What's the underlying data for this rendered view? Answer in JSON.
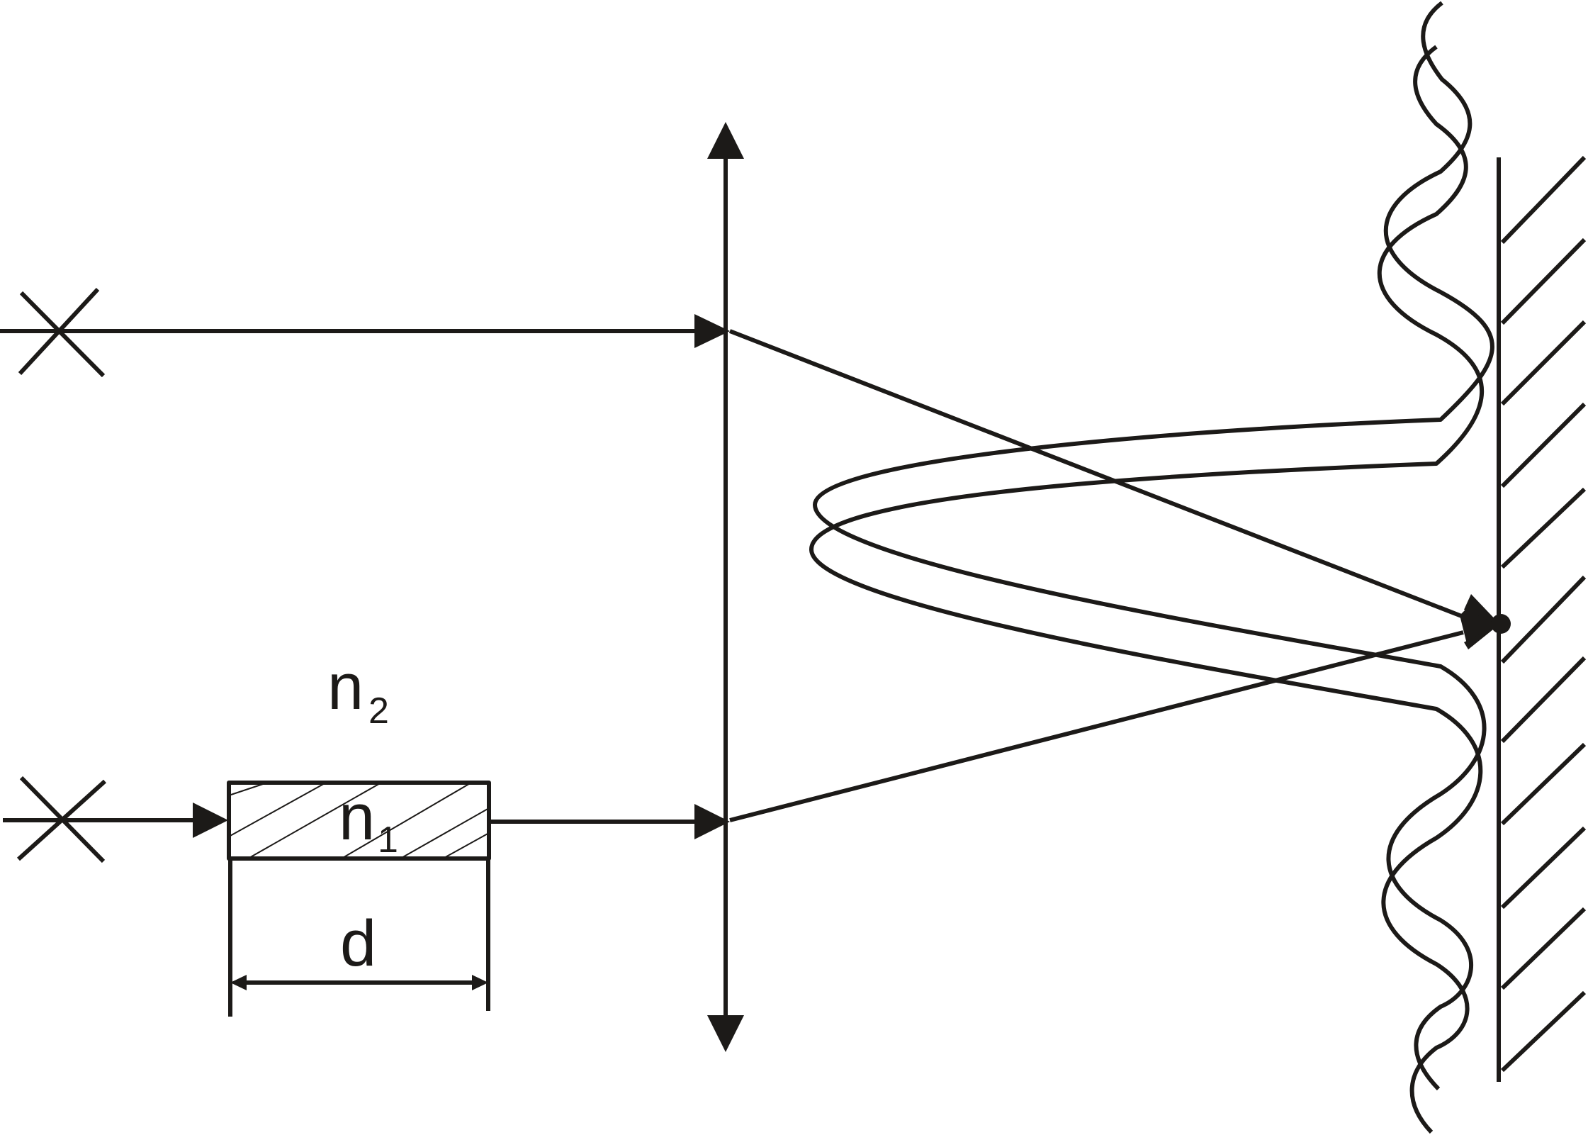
{
  "labels": {
    "medium_index": "n",
    "medium_index_sub": "2",
    "plate_index": "n",
    "plate_index_sub": "1",
    "plate_thickness": "d"
  },
  "colors": {
    "ink": "#1c1a18",
    "background": "#ffffff"
  }
}
